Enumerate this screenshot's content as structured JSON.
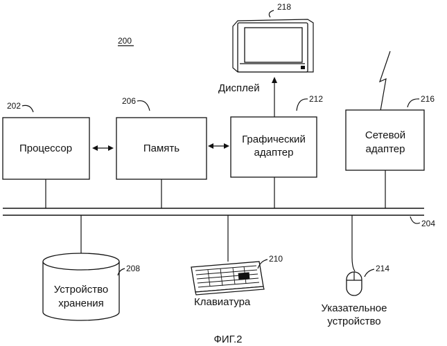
{
  "figure": {
    "number": "200",
    "caption": "ФИГ.2"
  },
  "nodes": {
    "processor": {
      "ref": "202",
      "lines": [
        "Процессор"
      ]
    },
    "memory": {
      "ref": "206",
      "lines": [
        "Память"
      ]
    },
    "graphics": {
      "ref": "212",
      "lines": [
        "Графический",
        "адаптер"
      ]
    },
    "network": {
      "ref": "216",
      "lines": [
        "Сетевой",
        "адаптер"
      ]
    },
    "display": {
      "ref": "218",
      "label": "Дисплей"
    },
    "bus": {
      "ref": "204"
    },
    "storage": {
      "ref": "208",
      "lines": [
        "Устройство",
        "хранения"
      ]
    },
    "keyboard": {
      "ref": "210",
      "label": "Клавиатура"
    },
    "pointer": {
      "ref": "214",
      "lines": [
        "Указательное",
        "устройство"
      ]
    }
  }
}
